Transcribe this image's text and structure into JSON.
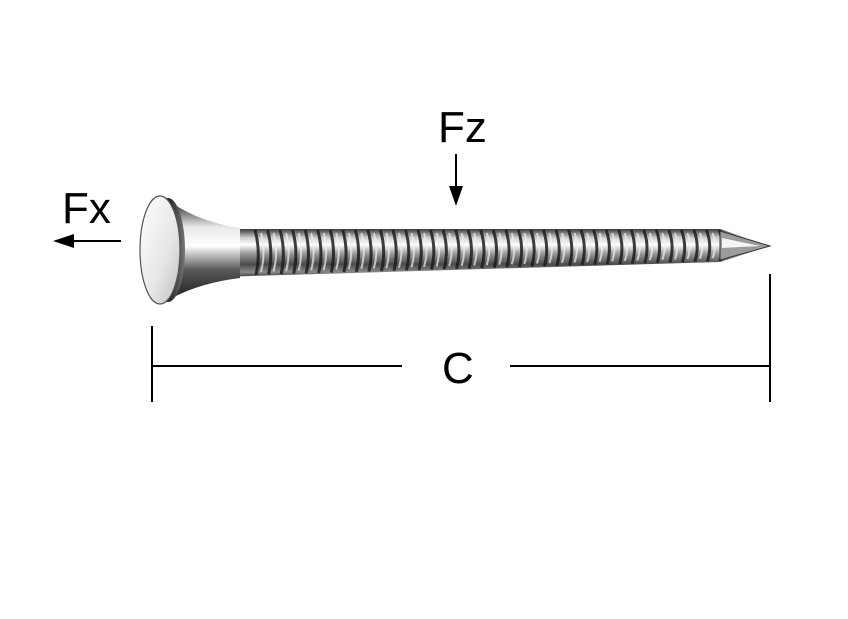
{
  "labels": {
    "fz": "Fz",
    "fx": "Fx",
    "c": "C"
  },
  "nail": {
    "type": "ring-shank nail",
    "shank_rings_visible": 38
  },
  "colors": {
    "ink": "#000000",
    "background": "#ffffff",
    "metal_light": "#f2f2f2",
    "metal_dark": "#2a2a2a"
  },
  "icons": {
    "force_axial": "arrow-left-icon",
    "force_shear": "arrow-down-icon"
  }
}
